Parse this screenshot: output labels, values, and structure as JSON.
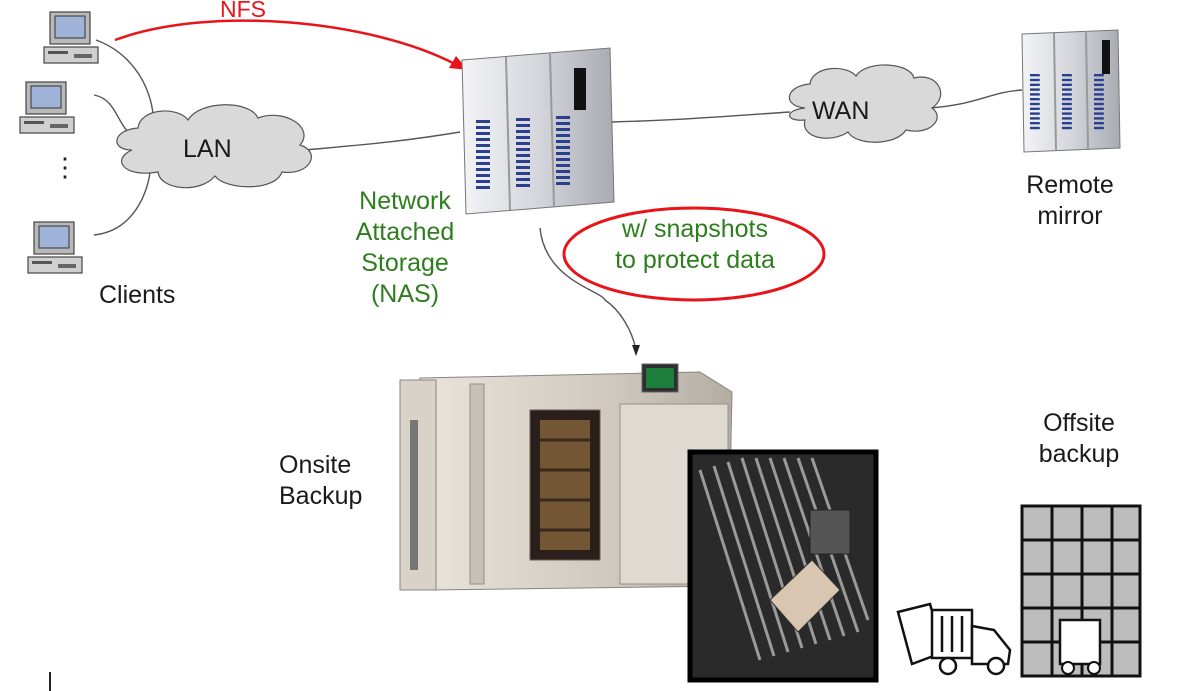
{
  "labels": {
    "nfs": "NFS",
    "lan": "LAN",
    "wan": "WAN",
    "clients": "Clients",
    "ellipsis": "⋮",
    "nas": [
      "Network",
      "Attached",
      "Storage",
      "(NAS)"
    ],
    "snapshots": [
      "w/ snapshots",
      "to protect data"
    ],
    "remote_mirror": [
      "Remote",
      "mirror"
    ],
    "onsite_backup": [
      "Onsite",
      "Backup"
    ],
    "offsite_backup": [
      "Offsite",
      "backup"
    ]
  },
  "colors": {
    "nfs_arrow": "#e8141a",
    "snapshot_ellipse": "#e8141a",
    "nas_text": "#2e7d1e",
    "snapshot_text": "#2e7d1e",
    "cloud_fill": "#d9d9d9",
    "server_blue": "#2b3f8f"
  },
  "icons": [
    "desktop-computer-icon",
    "storage-server-icon",
    "cloud-icon",
    "tape-library-icon",
    "robotic-arm-photo",
    "truck-icon",
    "warehouse-forklift-icon"
  ]
}
